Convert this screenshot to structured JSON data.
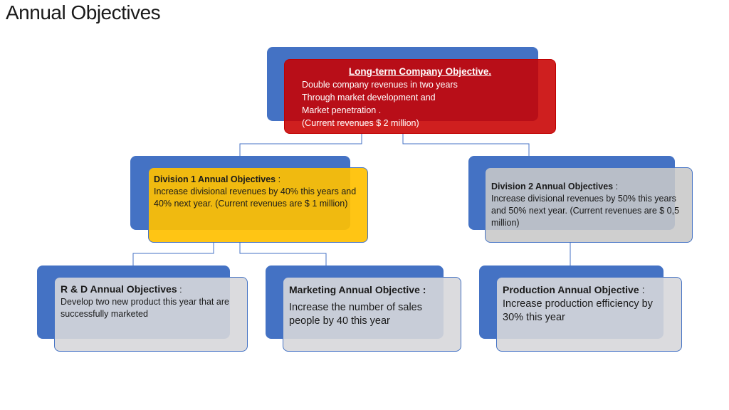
{
  "title": "Annual Objectives",
  "colors": {
    "blue": "#4472c4",
    "red": "#c00000",
    "gold": "#ffc000",
    "gray": "#c8c8c8"
  },
  "top": {
    "heading": "Long-term Company Objective.",
    "lines": [
      "Double company revenues in two years",
      "Through market development and",
      "Market penetration .",
      "(Current revenues  $ 2 million)"
    ]
  },
  "division1": {
    "heading": "Division 1 Annual Objectives",
    "colon": " :",
    "body": "Increase divisional revenues by 40% this years and 40% next year. (Current revenues are $ 1 million)"
  },
  "division2": {
    "heading": "Division 2 Annual Objectives",
    "colon": " :",
    "body": "Increase divisional revenues by 50% this years and 50% next year. (Current revenues are $ 0,5 million)"
  },
  "rd": {
    "heading": "R & D Annual Objectives",
    "colon": " :",
    "body": "Develop two new product this year that are successfully marketed"
  },
  "marketing": {
    "heading": "Marketing Annual Objective :",
    "body": "Increase the number of sales people by 40 this year"
  },
  "production": {
    "heading": "Production Annual Objective",
    "colon": " :",
    "body": "Increase production efficiency by 30% this year"
  }
}
